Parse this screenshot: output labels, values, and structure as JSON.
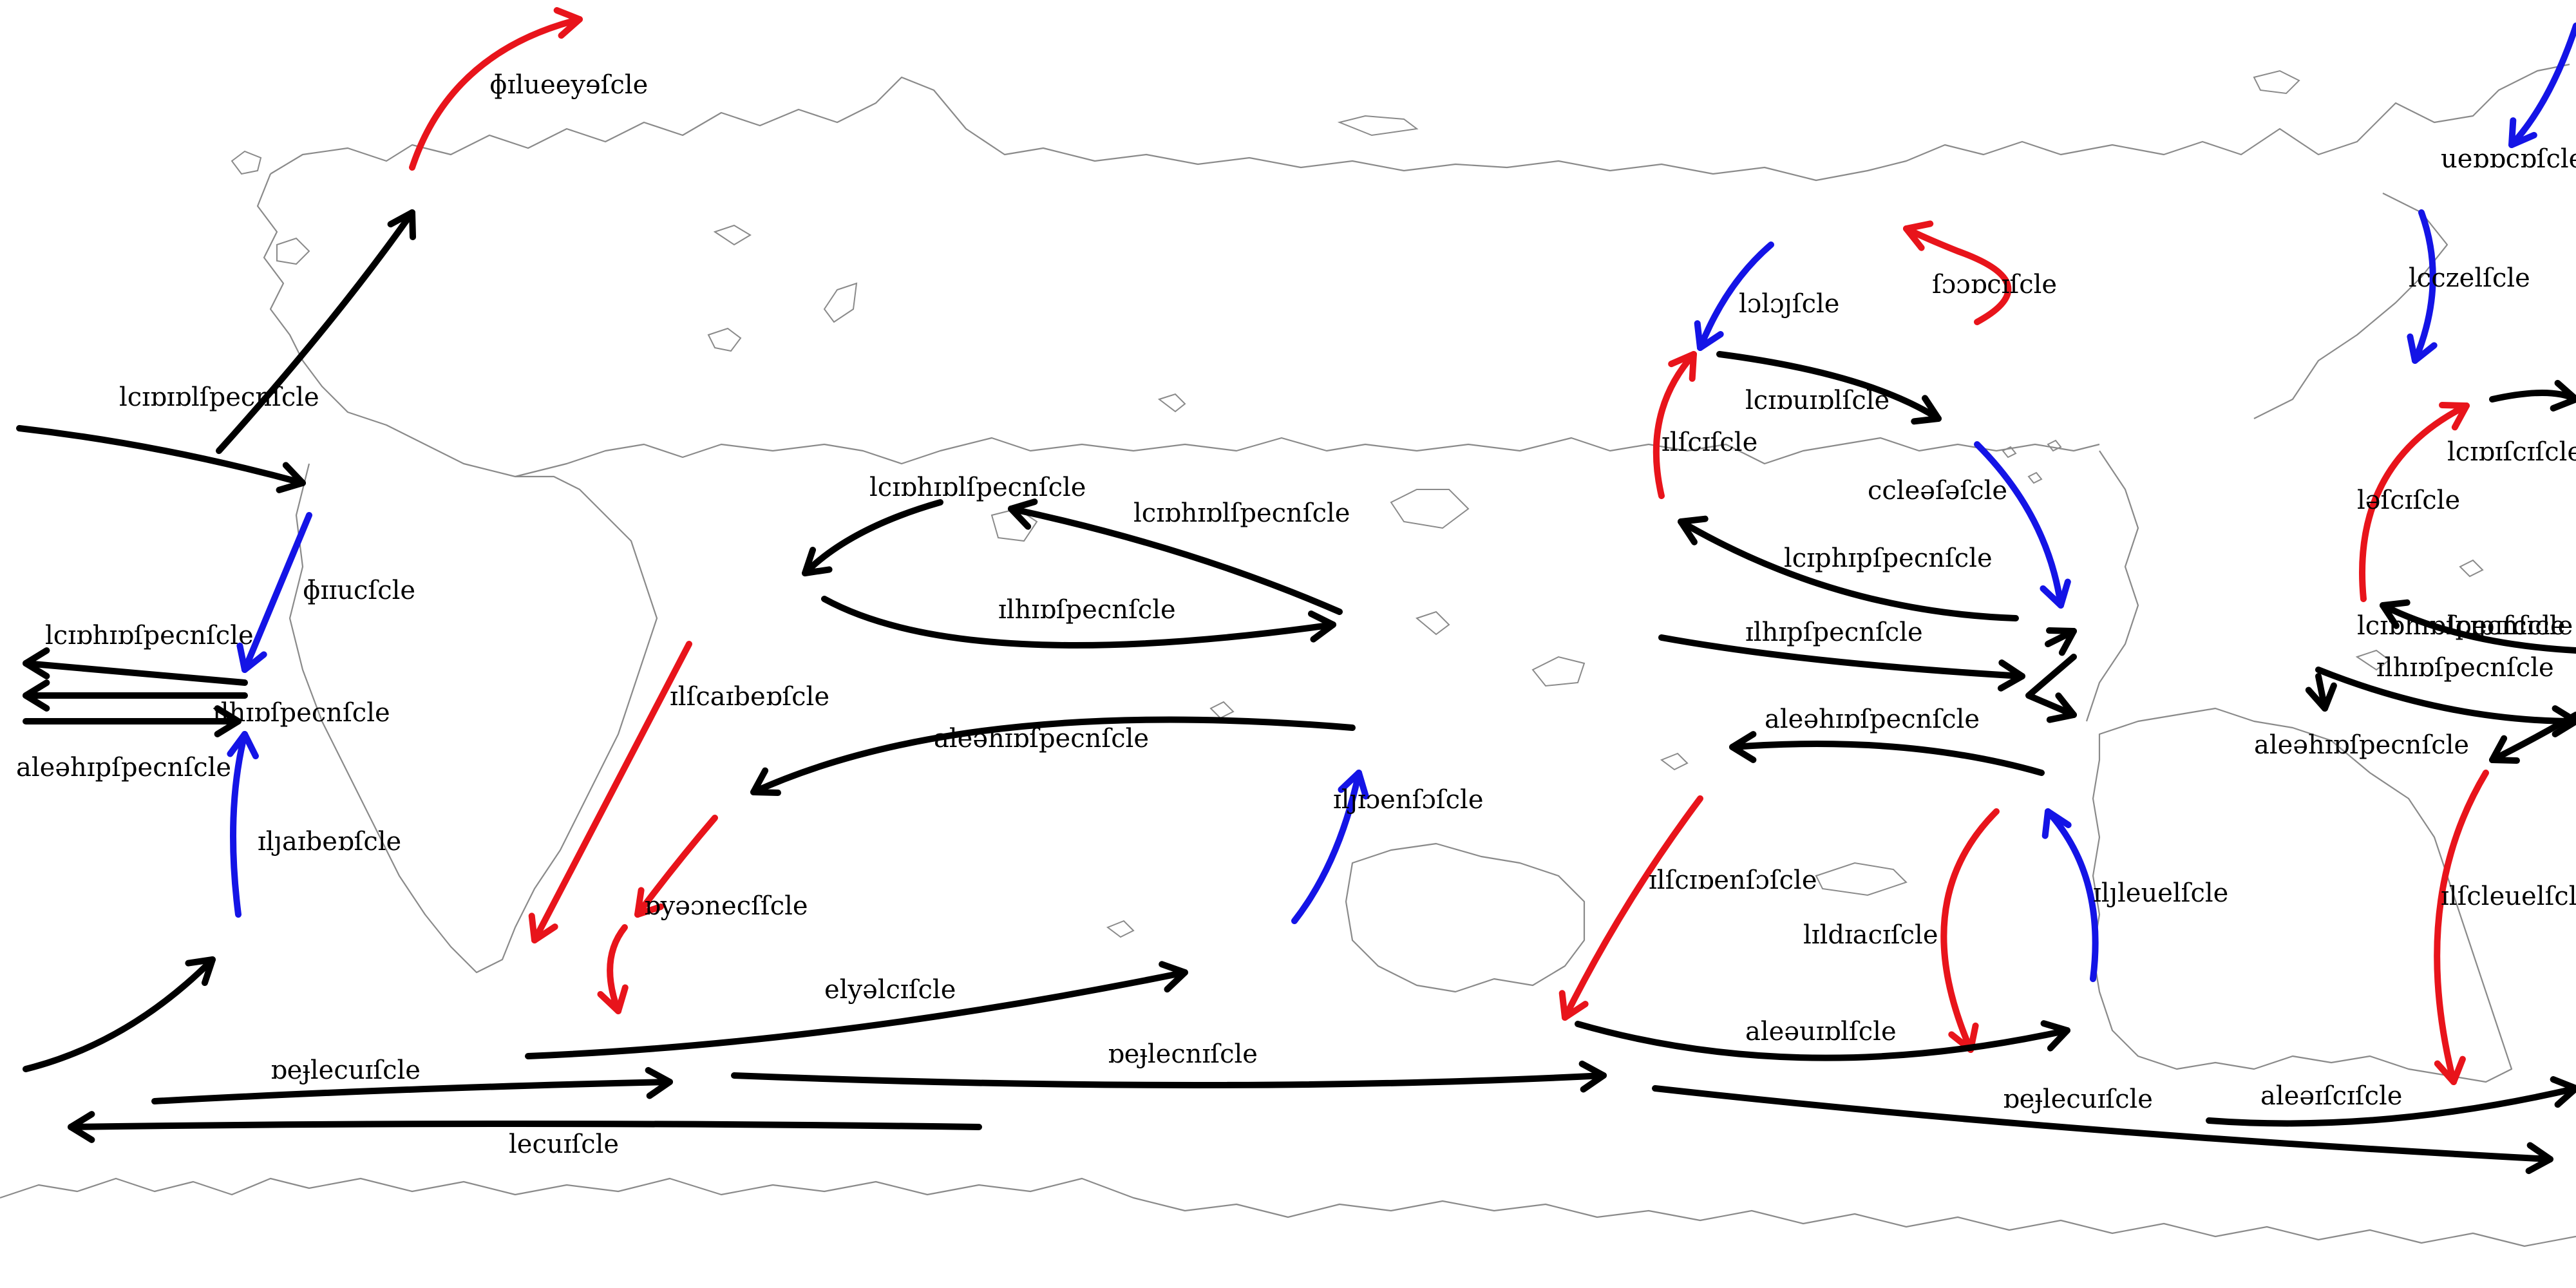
{
  "colors": {
    "warm": "#e8141b",
    "cold": "#1414e6",
    "neutral": "#000000",
    "coast": "#8a8a8a",
    "background": "#ffffff"
  },
  "labels": [
    "ɸɪlueeyɘſcle",
    "ueɒɒcɒſcle",
    "lcczelſcle",
    "lɔlɔȷſcle",
    "ſɔɔɒcɪſcle",
    "lcɪɒuɪɒlſcle",
    "ɪlſcɪſcle",
    "ccleəſəſcle",
    "lcɪɒɪſcɪſcle",
    "ləſcɪſcle",
    "lcɪpɪſcɪcle",
    "ɸɪɪucſcle",
    "lcɪɒɪɒlſpecnſcle",
    "lcɪɒhɪɒlſpecnſcle",
    "ɪlhɪɒſpecnſcle",
    "lcɪɒhɪɒlſpecnſcle",
    "lcɪphɪpſpecnſcle",
    "ɪlhɪpſpecnſcle",
    "aleəhɪpſpecnſcle",
    "ɪlſcaɪbeɒſcle",
    "aleəhɪɒſpecnſcle",
    "ɪlhɪɒſpecnſcle",
    "lcɪɒhɪɒſpecnſcle",
    "aleəhɪɒſpecnſcle",
    "lcɪɒhɪɒſpecnſcle",
    "ɪlhɪɒſpecnſcle",
    "aleəhɪɒſpecnſcle",
    "ɪlȷaɪbeɒſcle",
    "ɒyəɔnecſſcle",
    "ɪlȷɪɔenſɔſcle",
    "ɪlſcɪɒenſɔſcle",
    "lɪldɪacɪſcle",
    "ɪlȷleuelſcle",
    "ɪlſcleuelſcle",
    "elyəlcɪſcle",
    "ɒeɟlecuɪſcle",
    "ɒeɟlecnɪſcle",
    "aleəuɪɒlſcle",
    "lecuɪſcle",
    "ɒeɟlecuɪſcle",
    "aleəɪſcɪſcle"
  ]
}
